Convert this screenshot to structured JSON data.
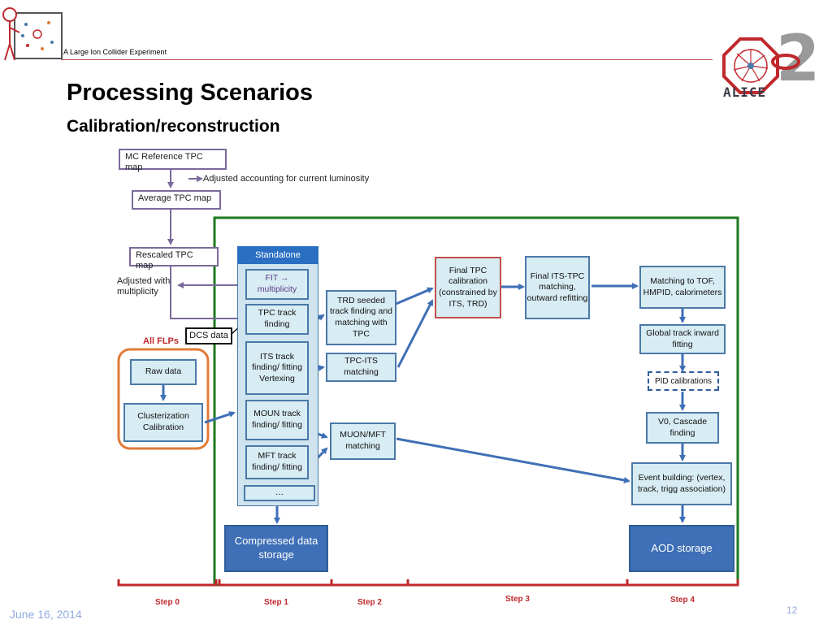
{
  "header": {
    "tagline": "A Large Ion Collider Experiment",
    "title": "Processing Scenarios",
    "subtitle": "Calibration/reconstruction",
    "logo_text": "ALICE",
    "logo_digit": "2"
  },
  "diagram": {
    "mc_ref": "MC Reference TPC map",
    "adjusted_lumi": "Adjusted accounting for current luminosity",
    "avg_tpc": "Average TPC map",
    "rescaled_tpc": "Rescaled TPC map",
    "adjusted_mult": "Adjusted with multiplicity",
    "all_flps": "All FLPs",
    "dcs_data": "DCS data",
    "raw_data": "Raw data",
    "clusterization": "Clusterization Calibration",
    "standalone": "Standalone",
    "fit": "FIT → multiplicity",
    "tpc_track": "TPC track finding",
    "its_track": "ITS track finding/ fitting Vertexing",
    "moun_track": "MOUN track finding/ fitting",
    "mft_track": "MFT track finding/ fitting",
    "ellipsis": "…",
    "trd_seeded": "TRD seeded track finding and matching with TPC",
    "tpc_its": "TPC-ITS matching",
    "muon_mft": "MUON/MFT matching",
    "final_tpc": "Final TPC calibration (constrained by ITS, TRD)",
    "final_its_tpc": "Final ITS-TPC matching, outward refitting",
    "matching_tof": "Matching to TOF, HMPID, calorimeters",
    "global_track": "Global track inward fitting",
    "pid": "PID calibrations",
    "v0": "V0, Cascade finding",
    "event_building": "Event building: (vertex, track, trigg association)",
    "compressed": "Compressed data storage",
    "aod": "AOD storage",
    "steps": [
      "Step 0",
      "Step 1",
      "Step 2",
      "Step 3",
      "Step 4"
    ]
  },
  "footer": {
    "date": "June 16, 2014",
    "page": "12"
  },
  "colors": {
    "accent_red": "#c0282d",
    "box_fill": "#d8ecf3",
    "box_border": "#4a79a8",
    "storage_blue": "#3f6fb6",
    "frame_green": "#1e7b1e",
    "flp_orange": "#e07b39",
    "purple_arrow": "#7b6a9c"
  }
}
